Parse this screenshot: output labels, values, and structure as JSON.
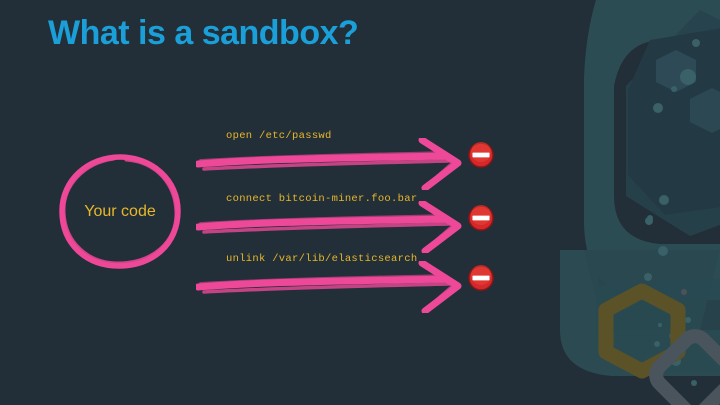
{
  "slide": {
    "title": "What is a sandbox?",
    "background_color": "#222f38",
    "title_color": "#1b9fd8",
    "accent_pink": "#ee4898",
    "accent_yellow": "#e8b72a",
    "deny_red": "#d5282a"
  },
  "source": {
    "label": "Your code",
    "shape": "hand-drawn-circle"
  },
  "flows": [
    {
      "syscall": "open /etc/passwd",
      "arrow_icon": "hand-drawn-arrow-right",
      "result_icon": "no-entry-icon"
    },
    {
      "syscall": "connect bitcoin-miner.foo.bar",
      "arrow_icon": "hand-drawn-arrow-right",
      "result_icon": "no-entry-icon"
    },
    {
      "syscall": "unlink /var/lib/elasticsearch",
      "arrow_icon": "hand-drawn-arrow-right",
      "result_icon": "no-entry-icon"
    }
  ],
  "decorations": {
    "logo_shape": "abstract-s-hexagon-logo",
    "hexagon_outline": "hexagon-outline-shape",
    "diamond_outline": "diamond-outline-shape"
  }
}
